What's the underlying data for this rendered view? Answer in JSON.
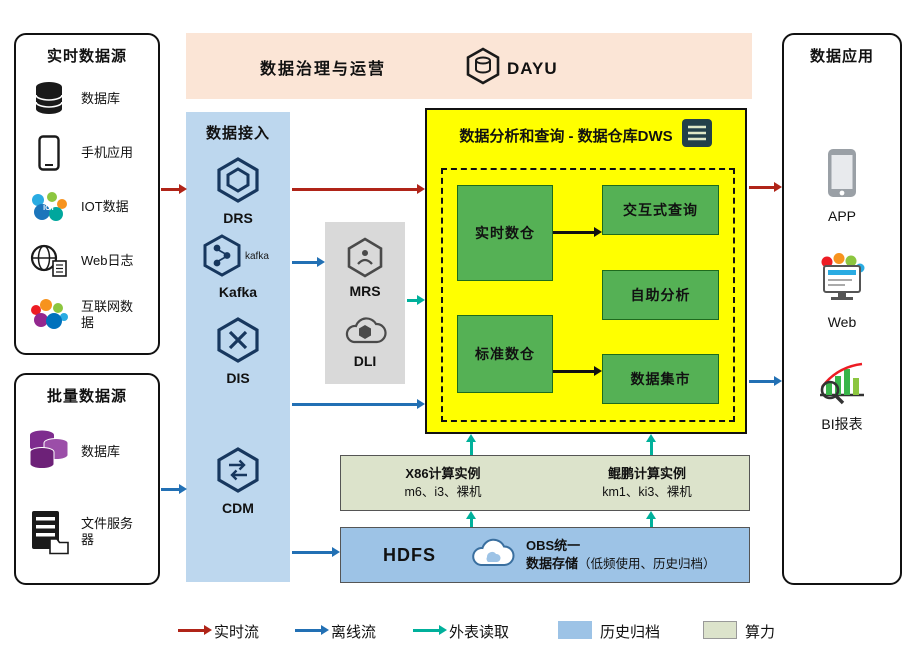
{
  "colors": {
    "realtime_flow": "#b02418",
    "offline_flow": "#2270b4",
    "external_read": "#00b09b",
    "archive_swatch": "#9dc3e6",
    "compute_swatch": "#dce3cb",
    "governance_bg": "#fbe5d6",
    "ingestion_bg": "#bdd7ee",
    "middleware_bg": "#d9d9d9",
    "dws_bg": "#ffff00",
    "green_box": "#55b155",
    "hdfs_bg": "#9dc3e6"
  },
  "realtime_sources": {
    "title": "实时数据源",
    "items": [
      {
        "label": "数据库",
        "icon": "database-icon"
      },
      {
        "label": "手机应用",
        "icon": "phone-icon"
      },
      {
        "label": "IOT数据",
        "icon": "iot-icon"
      },
      {
        "label": "Web日志",
        "icon": "web-log-icon"
      },
      {
        "label": "互联网数据",
        "icon": "internet-data-icon"
      }
    ]
  },
  "batch_sources": {
    "title": "批量数据源",
    "items": [
      {
        "label": "数据库",
        "icon": "database-stack-icon"
      },
      {
        "label": "文件服务器",
        "icon": "file-server-icon"
      }
    ]
  },
  "governance": {
    "title": "数据治理与运营",
    "logo_text": "DAYU",
    "logo_icon": "dayu-icon"
  },
  "ingestion": {
    "title": "数据接入",
    "items": [
      {
        "label": "DRS",
        "icon": "drs-icon"
      },
      {
        "label": "Kafka",
        "icon": "kafka-icon"
      },
      {
        "label": "DIS",
        "icon": "dis-icon"
      },
      {
        "label": "CDM",
        "icon": "cdm-icon"
      }
    ]
  },
  "middleware": {
    "items": [
      {
        "label": "MRS",
        "icon": "mrs-icon"
      },
      {
        "label": "DLI",
        "icon": "dli-icon"
      }
    ]
  },
  "dws": {
    "title": "数据分析和查询 - 数据仓库DWS",
    "title_icon": "dws-icon",
    "warehouses": [
      {
        "label": "实时数仓"
      },
      {
        "label": "标准数仓"
      }
    ],
    "services": [
      {
        "label": "交互式查询"
      },
      {
        "label": "自助分析"
      },
      {
        "label": "数据集市"
      }
    ]
  },
  "compute": {
    "x86": {
      "title": "X86计算实例",
      "spec": "m6、i3、裸机"
    },
    "kunpeng": {
      "title": "鲲鹏计算实例",
      "spec": "km1、ki3、裸机"
    }
  },
  "storage": {
    "hdfs_label": "HDFS",
    "obs_line1": "OBS统一",
    "obs_line2": "数据存储",
    "obs_note": "（低频使用、历史归档）",
    "cloud_icon": "obs-cloud-icon"
  },
  "applications": {
    "title": "数据应用",
    "items": [
      {
        "label": "APP",
        "icon": "app-phone-icon"
      },
      {
        "label": "Web",
        "icon": "web-browser-icon"
      },
      {
        "label": "BI报表",
        "icon": "bi-report-icon"
      }
    ]
  },
  "legend": {
    "realtime": "实时流",
    "offline": "离线流",
    "external": "外表读取",
    "archive": "历史归档",
    "compute": "算力"
  }
}
